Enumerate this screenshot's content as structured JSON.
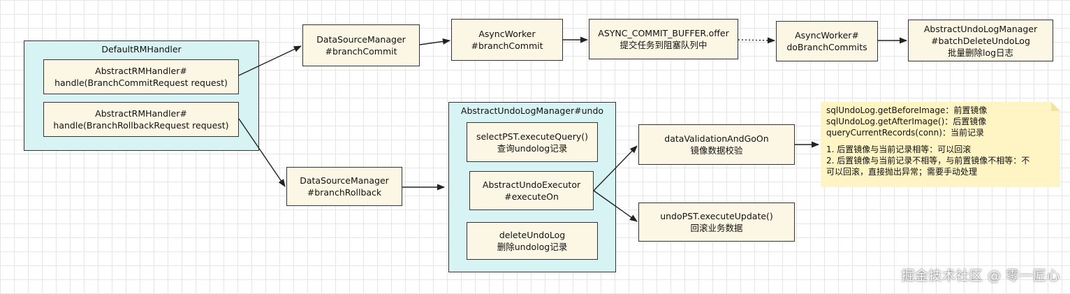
{
  "groups": {
    "rm_handler": "DefaultRMHandler",
    "undo_manager": "AbstractUndoLogManager#undo"
  },
  "nodes": {
    "handle_commit": [
      "AbstractRMHandler#",
      "handle(BranchCommitRequest request)"
    ],
    "handle_rollback": [
      "AbstractRMHandler#",
      "handle(BranchRollbackRequest request)"
    ],
    "ds_commit": [
      "DataSourceManager",
      "#branchCommit"
    ],
    "async_commit": [
      "AsyncWorker",
      "#branchCommit"
    ],
    "buffer_offer": [
      "ASYNC_COMMIT_BUFFER.offer",
      "提交任务到阻塞队列中"
    ],
    "do_branch_commits": [
      "AsyncWorker#",
      "doBranchCommits"
    ],
    "batch_delete": [
      "AbstractUndoLogManager",
      "#batchDeleteUndoLog",
      "批量删除log日志"
    ],
    "ds_rollback": [
      "DataSourceManager",
      "#branchRollback"
    ],
    "select_pst": [
      "selectPST.executeQuery()",
      "查询undolog记录"
    ],
    "execute_on": [
      "AbstractUndoExecutor",
      "#executeOn"
    ],
    "delete_undo": [
      "deleteUndoLog",
      "删除undolog记录"
    ],
    "data_validation": [
      "dataValidationAndGoOn",
      "镜像数据校验"
    ],
    "undo_update": [
      "undoPST.executeUpdate()",
      "回滚业务数据"
    ]
  },
  "note": {
    "lines": [
      "sqlUndoLog.getBeforeImage：前置镜像",
      "sqlUndoLog.getAfterImage()：后置镜像",
      "queryCurrentRecords(conn)：当前记录",
      "",
      "1. 后置镜像与当前记录相等：可以回滚",
      "2. 后置镜像与当前记录不相等，与前置镜像不相等：不",
      "可以回滚，直接抛出异常；需要手动处理"
    ]
  },
  "colors": {
    "group_fill": "#d7f3f3",
    "node_fill": "#fbf7e4",
    "note_fill": "#fff4c3",
    "stroke": "#333333"
  },
  "watermark": "掘金技术社区 @ 零一匠心"
}
